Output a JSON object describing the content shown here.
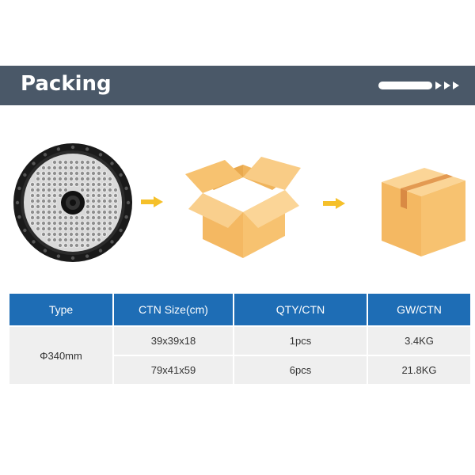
{
  "header": {
    "title": "Packing"
  },
  "colors": {
    "banner": "#4a5868",
    "table_header": "#1e6db5",
    "table_cell": "#efefef",
    "arrow": "#f5c02a",
    "box": "#f7c270"
  },
  "illustration": {
    "product_icon": "round-highbay-led-lamp",
    "step_arrow_icon": "yellow-right-arrow",
    "open_box_icon": "open-carton-box",
    "closed_box_icon": "sealed-carton-box"
  },
  "table": {
    "headers": [
      "Type",
      "CTN Size(cm)",
      "QTY/CTN",
      "GW/CTN"
    ],
    "type": "Φ340mm",
    "rows": [
      {
        "size": "39x39x18",
        "qty": "1pcs",
        "gw": "3.4KG"
      },
      {
        "size": "79x41x59",
        "qty": "6pcs",
        "gw": "21.8KG"
      }
    ]
  }
}
